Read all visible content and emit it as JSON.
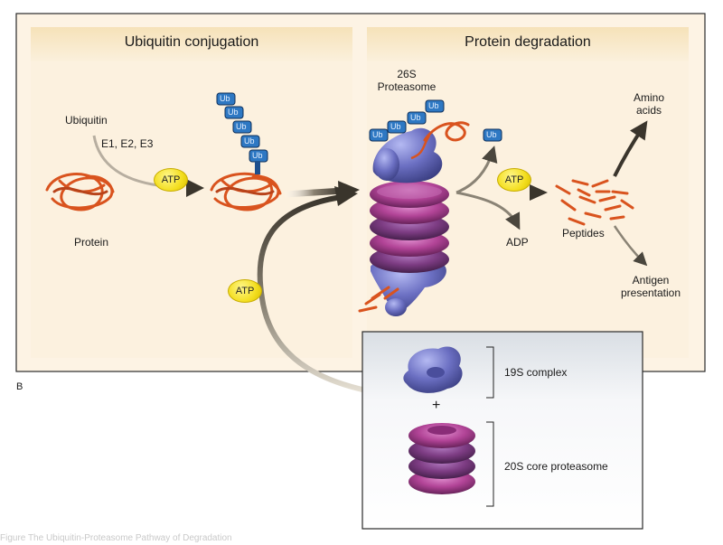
{
  "panels": {
    "left_title": "Ubiquitin conjugation",
    "right_title": "Protein degradation"
  },
  "labels": {
    "ubiquitin": "Ubiquitin",
    "enzymes": "E1, E2, E3",
    "protein": "Protein",
    "proteasome_26s": "26S",
    "proteasome_word": "Proteasome",
    "amino_acids_1": "Amino",
    "amino_acids_2": "acids",
    "peptides": "Peptides",
    "adp": "ADP",
    "antigen_1": "Antigen",
    "antigen_2": "presentation",
    "panel_letter": "B",
    "complex_19s": "19S complex",
    "core_20s": "20S core proteasome",
    "plus": "+"
  },
  "badges": {
    "atp": "ATP",
    "ub": "Ub"
  },
  "footer_caption": "Figure   The Ubiquitin-Proteasome Pathway of Degradation",
  "colors": {
    "panel_bg": "#fdf3e4",
    "header_bg": "#f8e9c9",
    "protein": "#d9531e",
    "proteasome_blue": "#6b6fc2",
    "proteasome_magenta": "#b24497",
    "ub_badge": "#2e78c3",
    "atp": "#f3de1f",
    "arrow": "#3d3a33"
  }
}
